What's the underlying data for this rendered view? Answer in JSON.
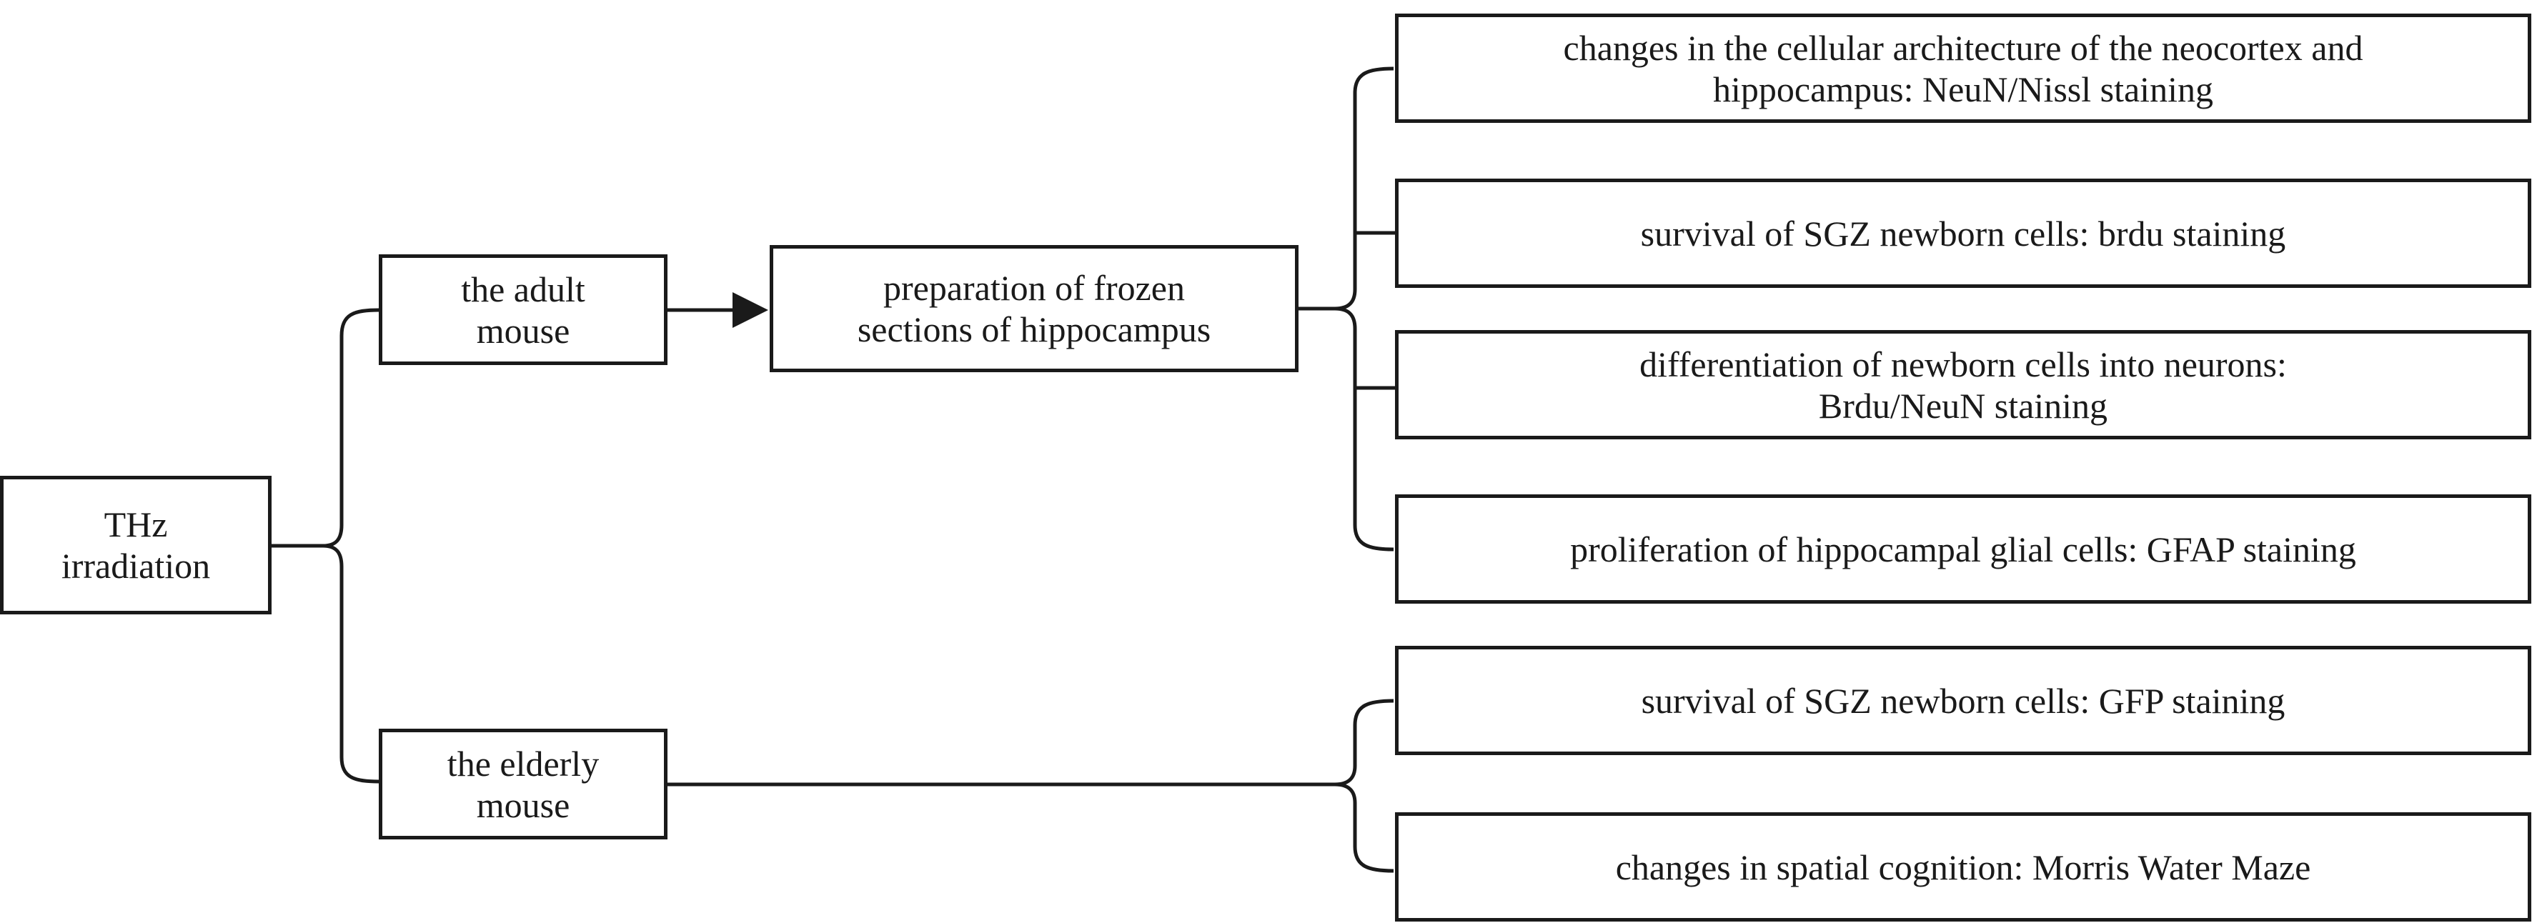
{
  "diagram": {
    "root": {
      "label_line1": "THz",
      "label_line2": "irradiation"
    },
    "branches": {
      "adult": {
        "label_line1": "the adult",
        "label_line2": "mouse"
      },
      "elderly": {
        "label_line1": "the elderly",
        "label_line2": "mouse"
      }
    },
    "preparation": {
      "label_line1": "preparation of frozen",
      "label_line2": "sections of hippocampus"
    },
    "adult_outcomes": [
      {
        "line1": "changes in the cellular architecture of the neocortex and",
        "line2": "hippocampus: NeuN/Nissl staining"
      },
      {
        "line1": "survival of SGZ newborn cells: brdu staining",
        "line2": ""
      },
      {
        "line1": "differentiation of newborn cells into neurons:",
        "line2": "Brdu/NeuN staining"
      },
      {
        "line1": "proliferation of hippocampal glial cells: GFAP staining",
        "line2": ""
      }
    ],
    "elderly_outcomes": [
      {
        "line1": "survival of SGZ newborn cells: GFP staining",
        "line2": ""
      },
      {
        "line1": "changes in spatial cognition: Morris Water Maze",
        "line2": ""
      }
    ],
    "colors": {
      "line": "#1a1a1a",
      "box_fill": "#ffffff"
    }
  }
}
